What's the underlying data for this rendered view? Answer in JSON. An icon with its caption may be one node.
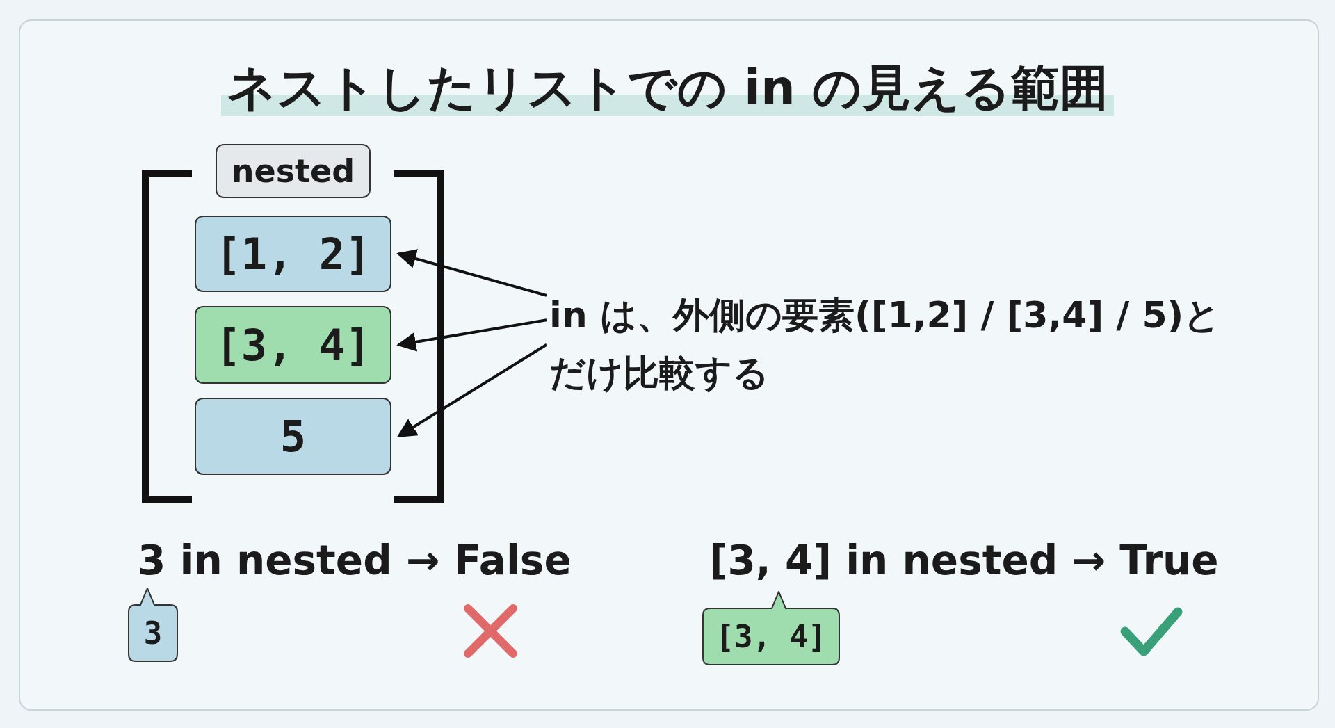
{
  "diagram": {
    "title": "ネストしたリストでの in の見える範囲",
    "nodes": [
      {
        "text": [
          "nested"
        ]
      },
      {
        "text": [
          "[1, 2]"
        ]
      },
      {
        "text": [
          "[3, 4]"
        ]
      },
      {
        "text": [
          "5"
        ]
      },
      {
        "text": [
          "in は、外側の要素([1,2] / [3,4] / 5)とだけ比較する"
        ]
      },
      {
        "text": [
          "3"
        ]
      },
      {
        "text": [
          "[3, 4]"
        ]
      }
    ],
    "edges": [
      {
        "from": 4,
        "to": 1,
        "arrow": "to"
      },
      {
        "from": 4,
        "to": 2,
        "arrow": "to"
      },
      {
        "from": 4,
        "to": 3,
        "arrow": "to"
      }
    ],
    "labels": [
      "3 in nested → False",
      "[3, 4] in nested → True"
    ]
  }
}
